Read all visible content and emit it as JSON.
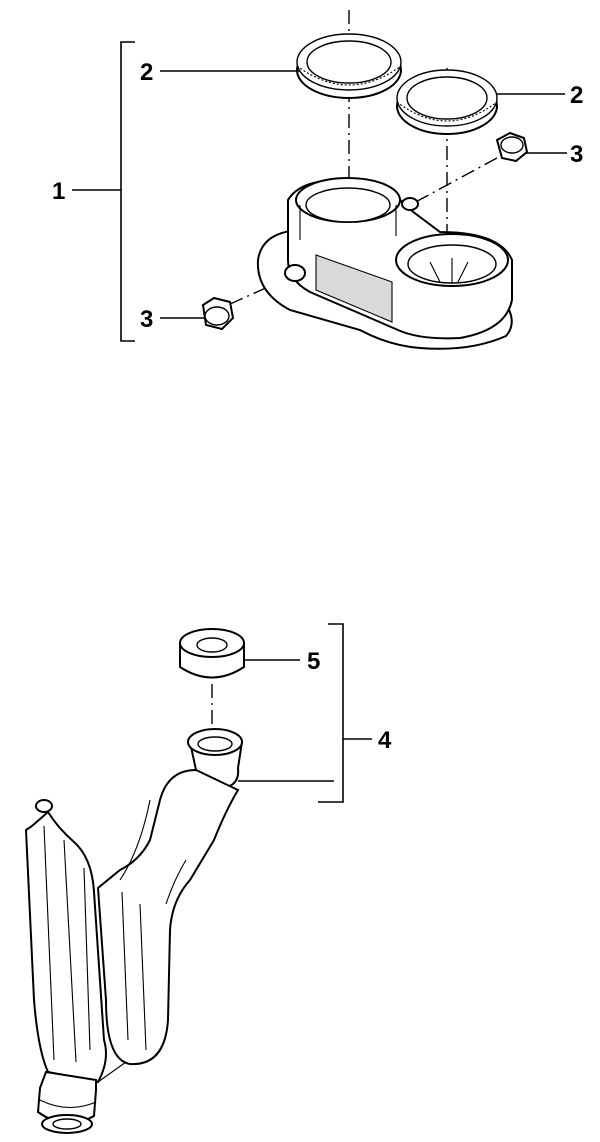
{
  "labels": {
    "assembly_upper": "1",
    "seal_ring_a": "2",
    "seal_ring_b": "2",
    "cap_right": "3",
    "cap_left": "3",
    "assembly_lower": "4",
    "grommet": "5"
  },
  "colors": {
    "line": "#000000",
    "background": "#ffffff",
    "shade": "#d9d9d9"
  }
}
